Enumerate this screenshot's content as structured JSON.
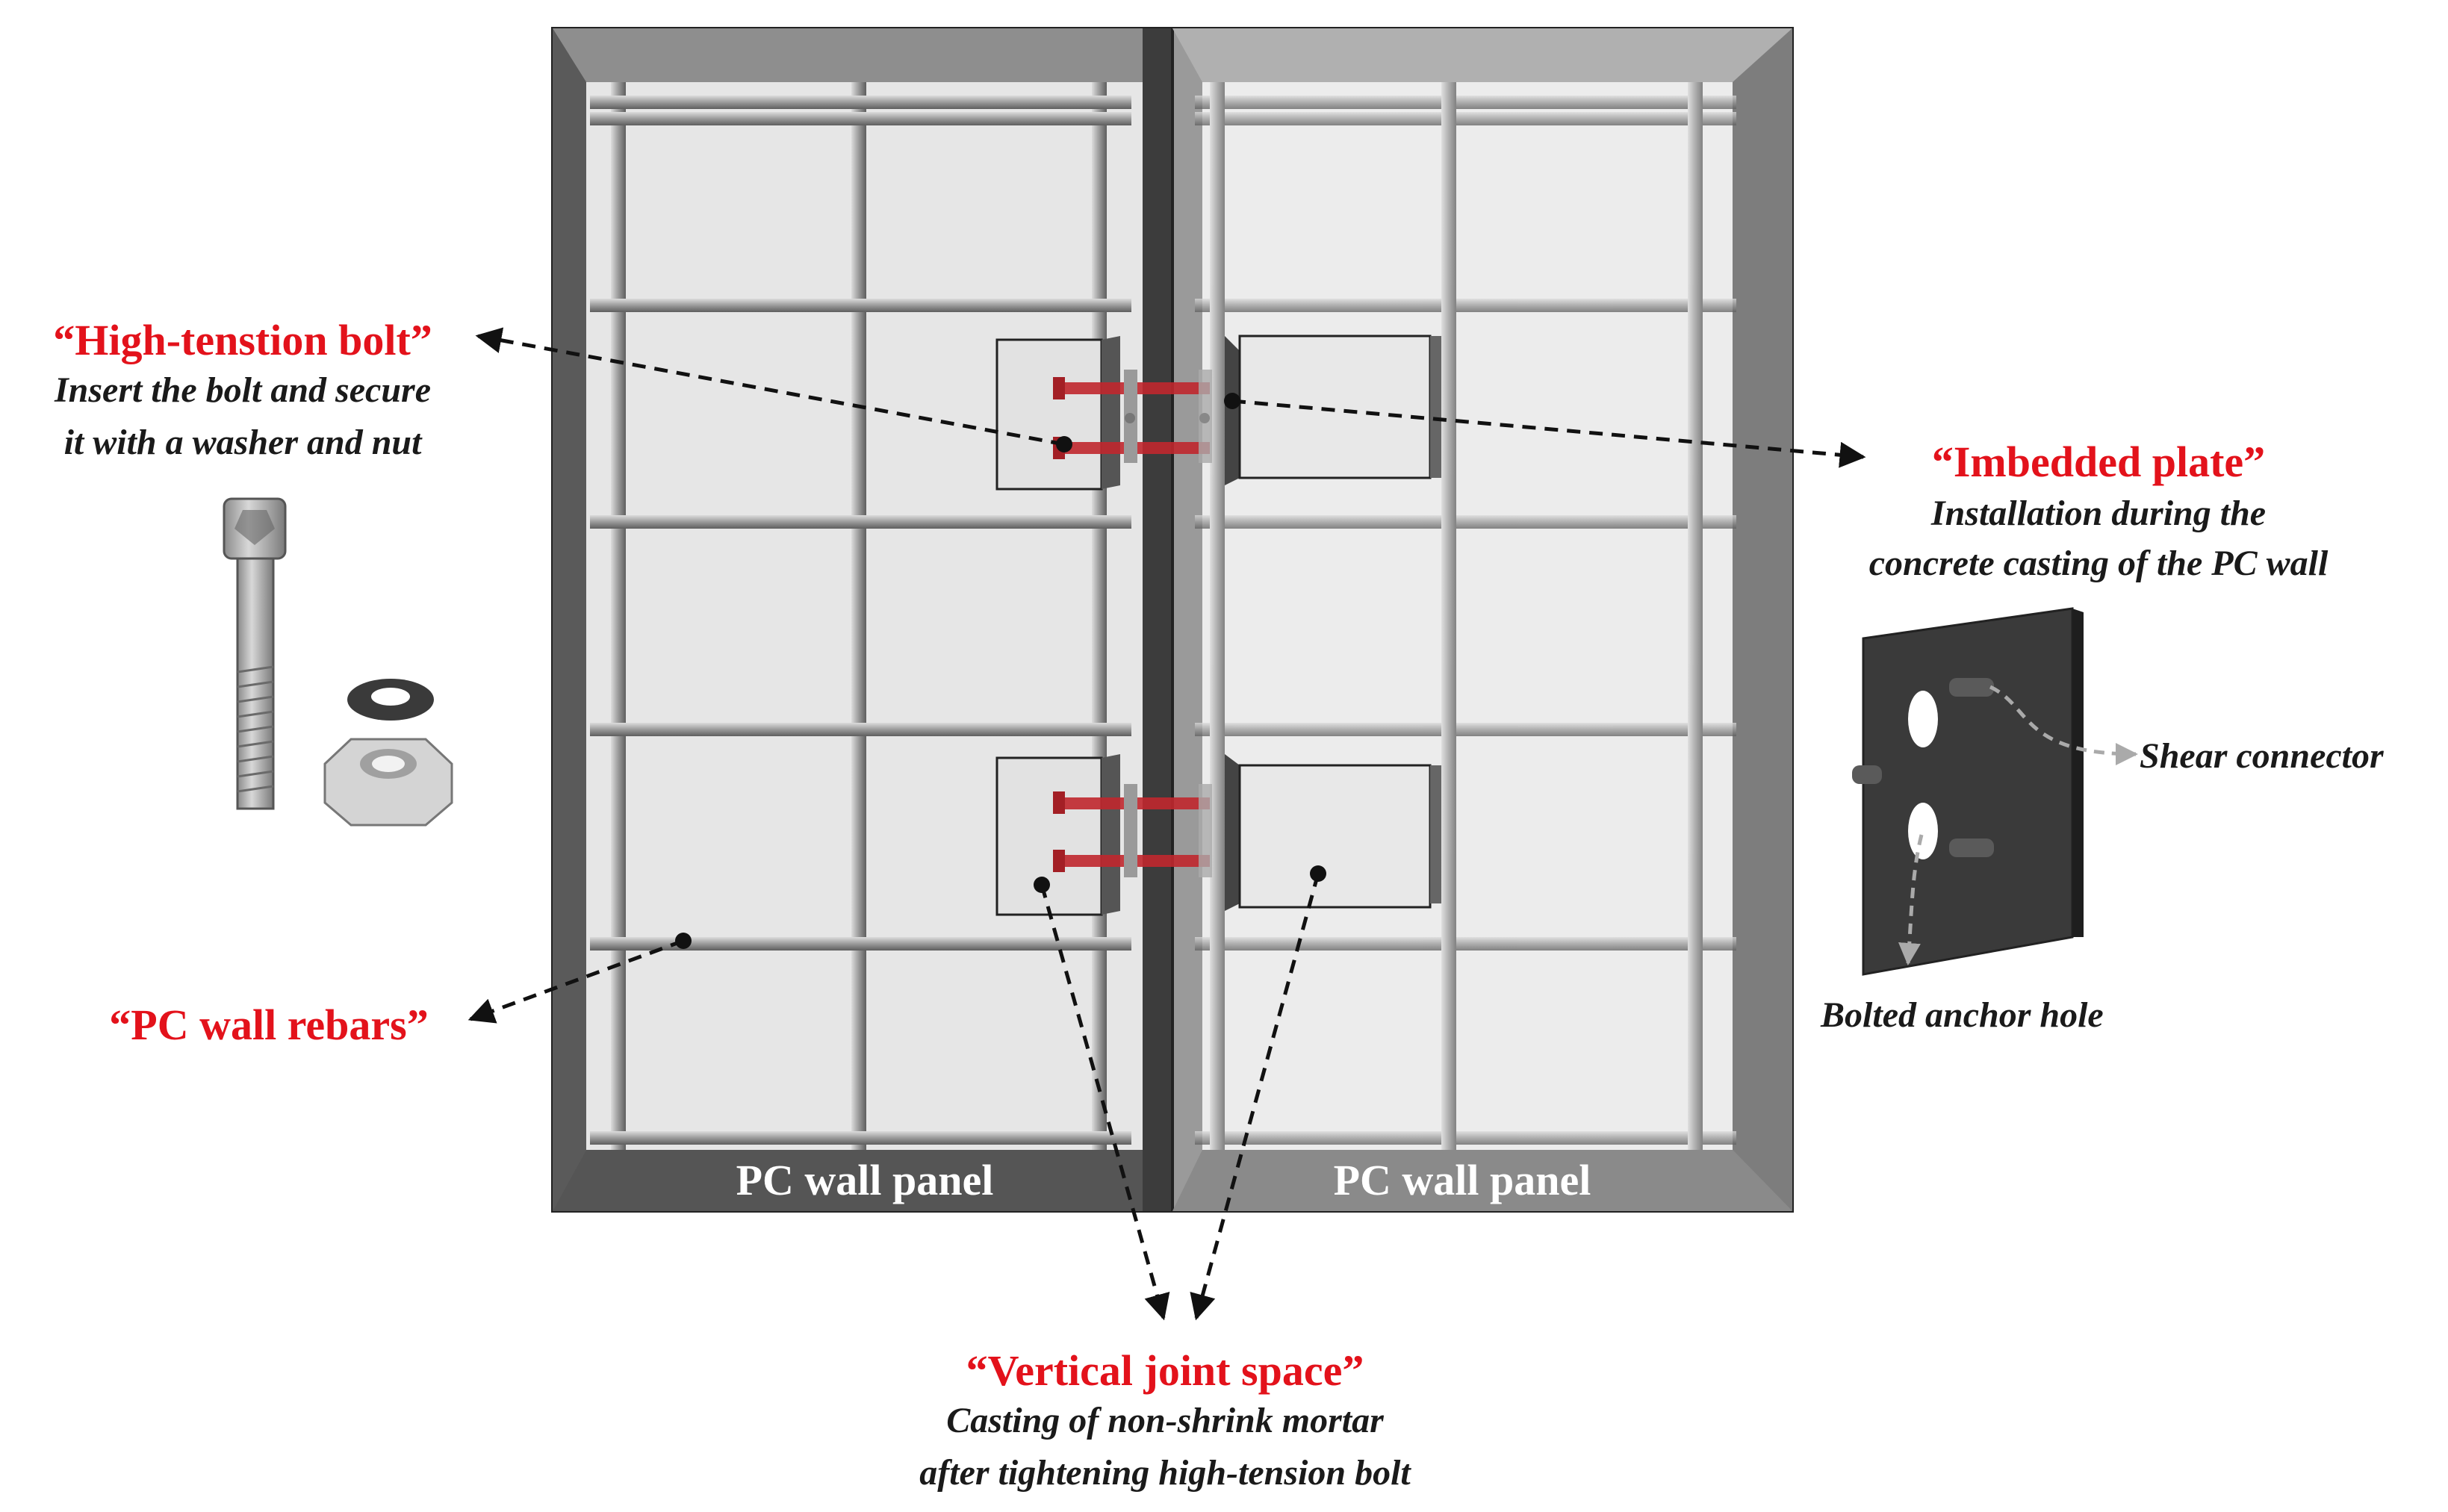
{
  "panels": {
    "left_label": "PC wall panel",
    "right_label": "PC wall panel"
  },
  "callouts": {
    "bolt": {
      "title": "“High-tenstion bolt”",
      "line1": "Insert the bolt and secure",
      "line2": "it with a washer and nut"
    },
    "plate": {
      "title": "“Imbedded plate”",
      "line1": "Installation during the",
      "line2": "concrete casting of the PC wall"
    },
    "rebars": {
      "title": "“PC wall rebars”"
    },
    "joint": {
      "title": "“Vertical joint space”",
      "line1": "Casting of non-shrink mortar",
      "line2": "after tightening high-tension bolt"
    },
    "shear_connector": "Shear connector",
    "anchor_hole": "Bolted anchor hole"
  },
  "colors": {
    "accent_red": "#e3121b",
    "panel_dark": "#6b6b6b",
    "panel_light": "#9a9a9a",
    "rebar": "#8a8a8a",
    "bolt_red": "#c0272d"
  }
}
